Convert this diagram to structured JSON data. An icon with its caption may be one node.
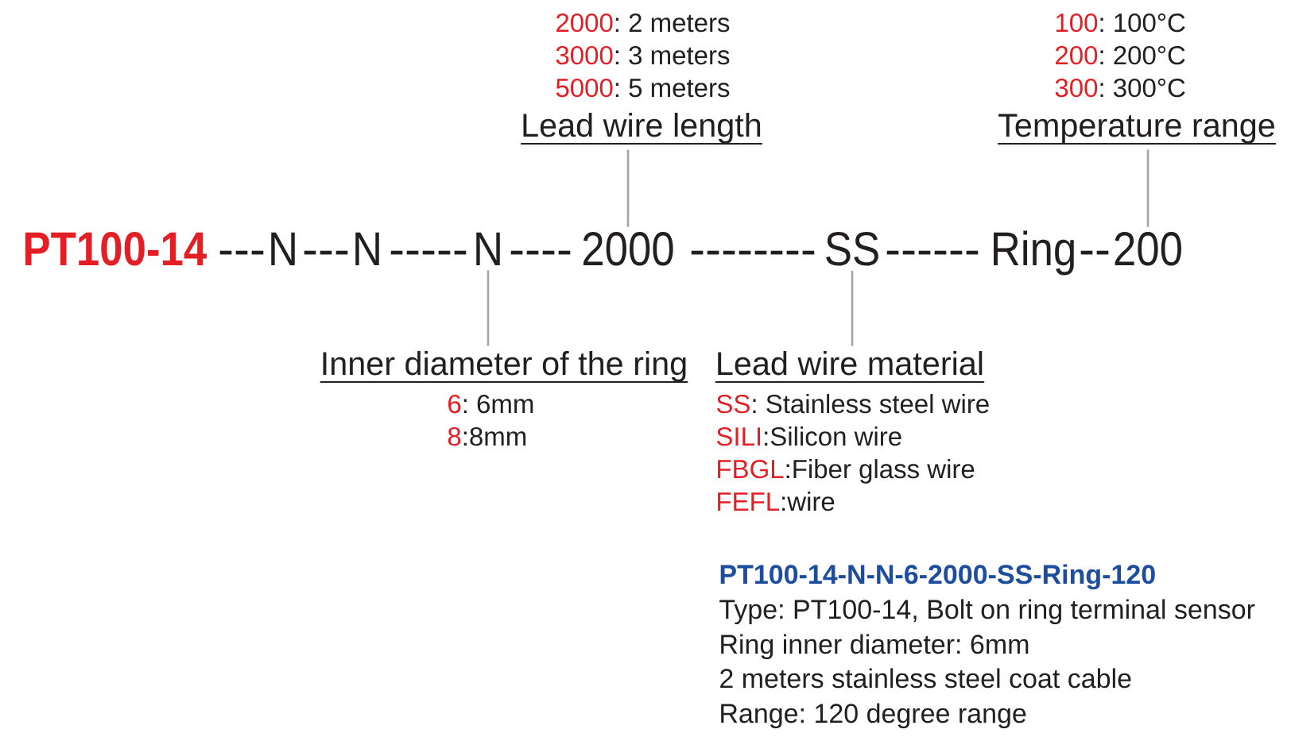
{
  "diagram": {
    "nodes": [
      {
        "text": [
          "Lead wire length"
        ],
        "beside": [
          "2000: 2 meters",
          "3000: 3 meters",
          "5000: 5 meters"
        ]
      },
      {
        "text": [
          "Temperature range"
        ],
        "beside": [
          "100: 100°C",
          "200: 200°C",
          "300: 300°C"
        ]
      },
      {
        "text": [
          "PT100-14"
        ]
      },
      {
        "text": [
          "N"
        ]
      },
      {
        "text": [
          "N"
        ]
      },
      {
        "text": [
          "N"
        ]
      },
      {
        "text": [
          "2000"
        ]
      },
      {
        "text": [
          "SS"
        ]
      },
      {
        "text": [
          "Ring"
        ]
      },
      {
        "text": [
          "200"
        ]
      },
      {
        "text": [
          "Inner diameter of the ring"
        ],
        "beside": [
          "6: 6mm",
          "8:8mm"
        ]
      },
      {
        "text": [
          "Lead wire material"
        ],
        "beside": [
          "SS: Stainless steel wire",
          "SILI:Silicon wire",
          "FBGL:Fiber glass wire",
          "FEFL:wire"
        ]
      }
    ],
    "edges": [
      {
        "from": 0,
        "to": 6,
        "arrow": "none"
      },
      {
        "from": 1,
        "to": 9,
        "arrow": "none"
      },
      {
        "from": 10,
        "to": 5,
        "arrow": "none"
      },
      {
        "from": 11,
        "to": 7,
        "arrow": "none"
      }
    ],
    "labels": [
      "---",
      "---",
      "-----",
      "----",
      "--------",
      "------",
      "--",
      "PT100-14-N-N-6-2000-SS-Ring-120",
      "Type: PT100-14, Bolt on ring terminal sensor",
      "Ring inner diameter: 6mm",
      "2 meters stainless steel coat cable",
      "Range: 120 degree range"
    ]
  }
}
